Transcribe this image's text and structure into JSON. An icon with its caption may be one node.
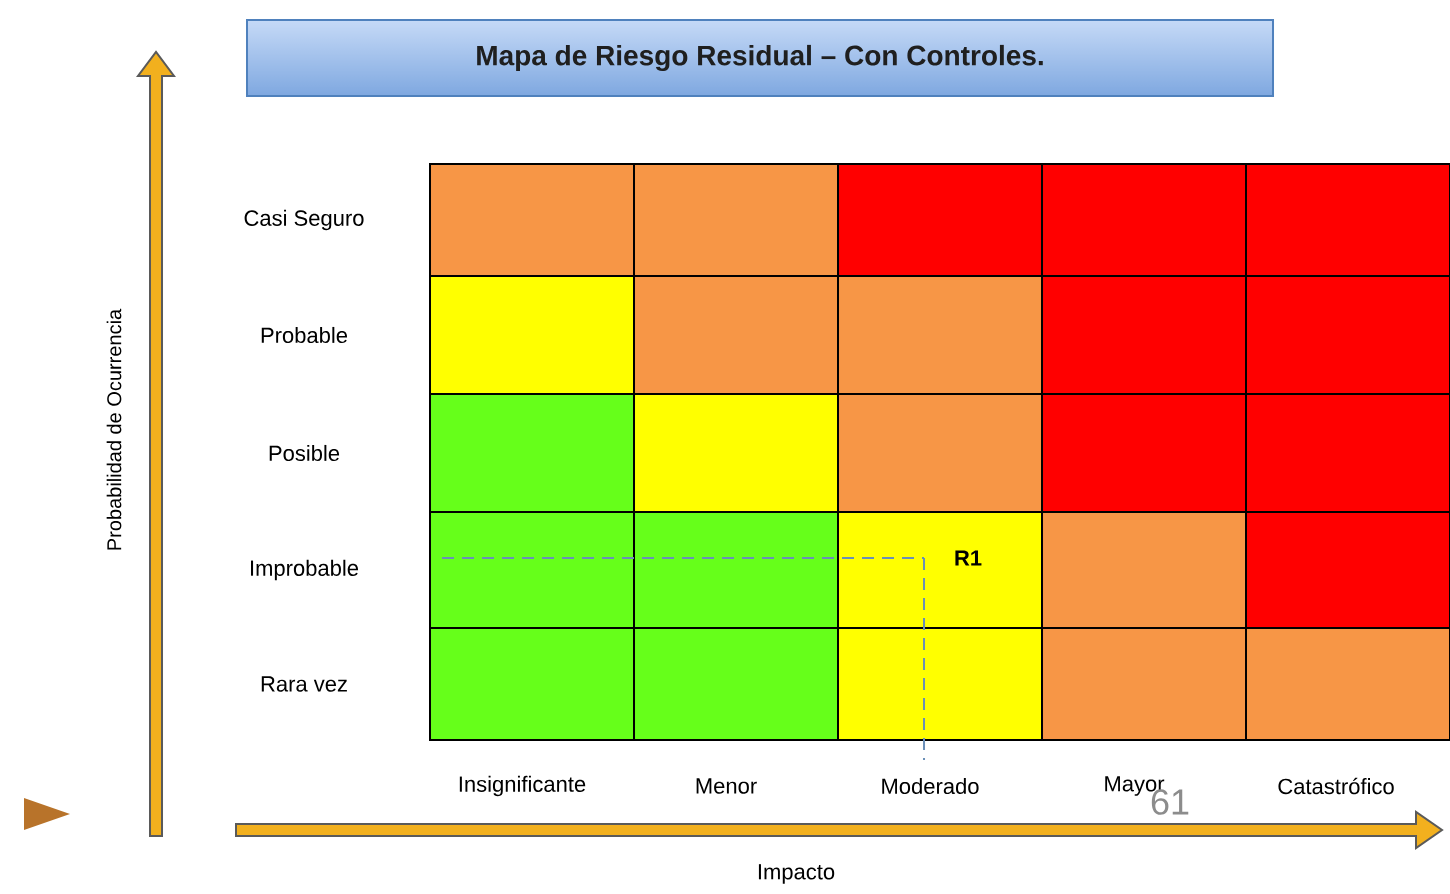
{
  "diagram": {
    "title": "Mapa de Riesgo Residual – Con Controles.",
    "labels": [
      "Probabilidad de Ocurrencia",
      "Casi Seguro",
      "Probable",
      "Posible",
      "Improbable",
      "R1",
      "Rara vez",
      "Insignificante",
      "Menor",
      "Moderado",
      "Mayor",
      "61",
      "Catastrófico",
      "Impacto"
    ]
  }
}
